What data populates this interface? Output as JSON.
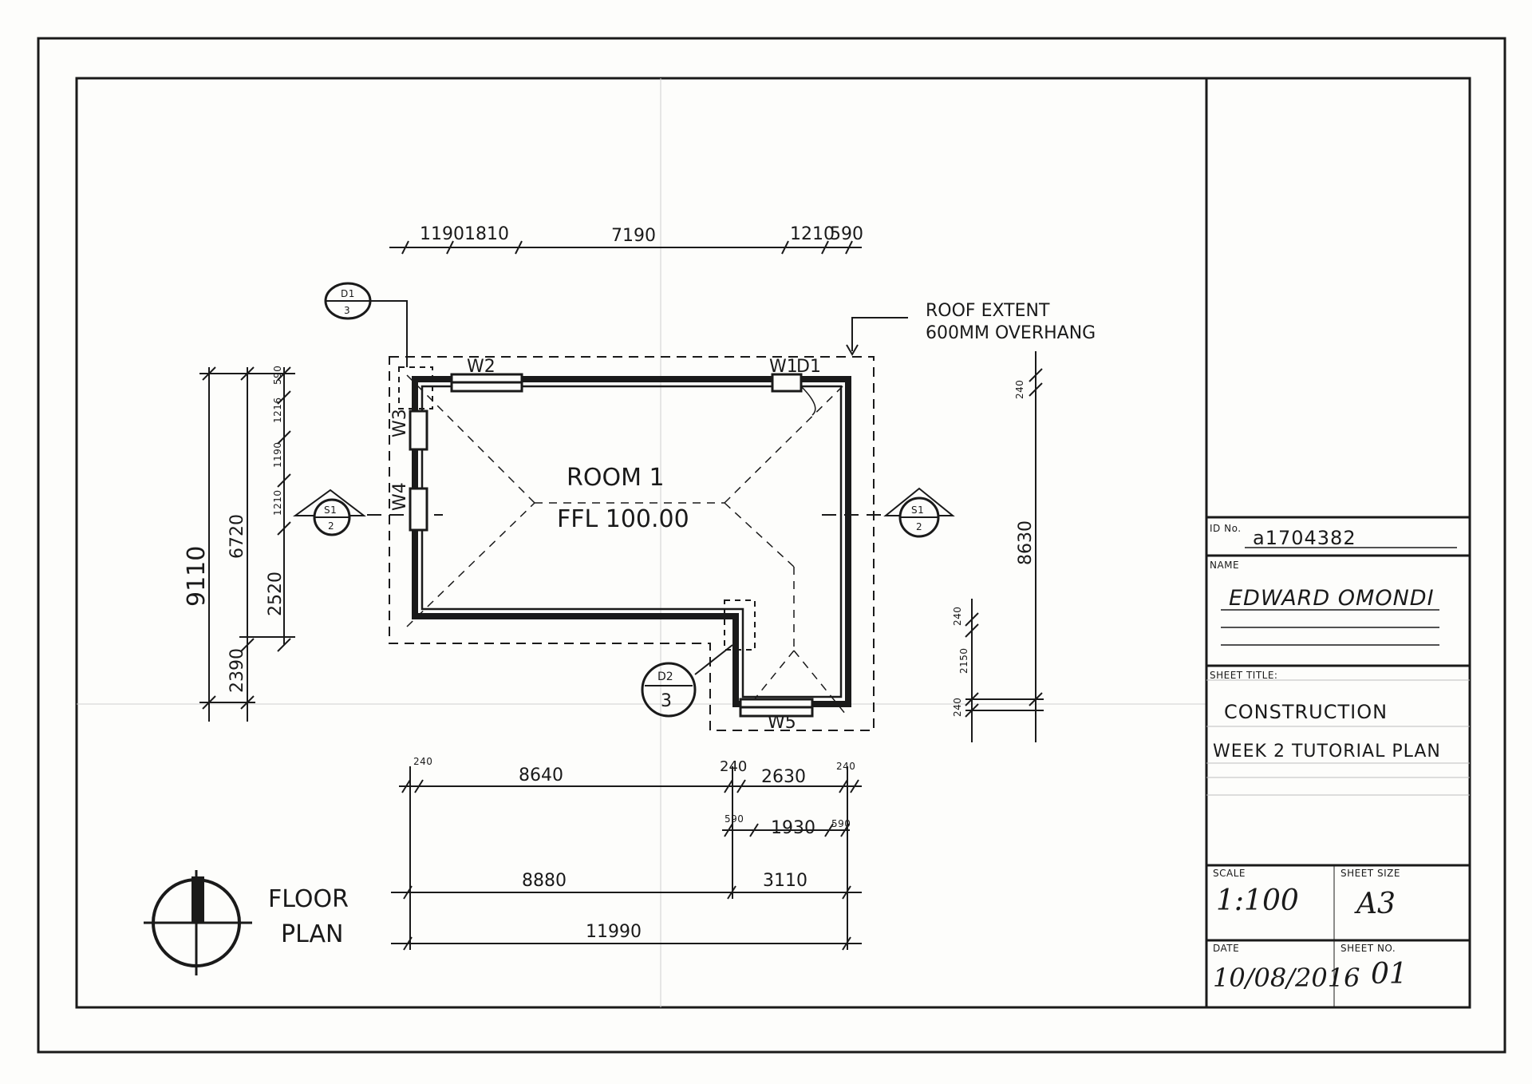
{
  "plan": {
    "room_name": "ROOM 1",
    "ffl": "FFL 100.00",
    "roof_note_line1": "ROOF EXTENT",
    "roof_note_line2": "600MM OVERHANG",
    "windows": {
      "w1": "W1",
      "d1": "D1",
      "w2": "W2",
      "w3": "W3",
      "w4": "W4",
      "w5": "W5"
    },
    "tags": {
      "d1": {
        "top": "D1",
        "bottom": "3"
      },
      "d2": {
        "top": "D2",
        "bottom": "3"
      },
      "s1_left": {
        "top": "S1",
        "bottom": "2"
      },
      "s1_right": {
        "top": "S1",
        "bottom": "2"
      }
    }
  },
  "dimensions": {
    "top": [
      "1190",
      "1810",
      "7190",
      "1210",
      "590"
    ],
    "left_outer": "9110",
    "left_mid_upper": "6720",
    "left_mid_lower": "2390",
    "left_inner": [
      "590",
      "1216",
      "1190",
      "1210",
      "2520"
    ],
    "right_main": "8630",
    "right_top": "240",
    "right_small": [
      "240",
      "2150",
      "240"
    ],
    "bottom_row1": [
      "240",
      "8640",
      "240",
      "2630",
      "240"
    ],
    "bottom_row2": [
      "590",
      "1930",
      "590"
    ],
    "bottom_row3": [
      "8880",
      "3110"
    ],
    "bottom_total": "11990"
  },
  "legend": {
    "line1": "FLOOR",
    "line2": "PLAN"
  },
  "title_block": {
    "id_label": "ID No.",
    "id_value": "a1704382",
    "name_label": "NAME",
    "name_value": "EDWARD OMONDI",
    "sheet_title_label": "SHEET TITLE:",
    "sheet_title_line1": "CONSTRUCTION",
    "sheet_title_line2": "WEEK 2 TUTORIAL PLAN",
    "scale_label": "SCALE",
    "scale_value": "1:100",
    "sheet_size_label": "SHEET SIZE",
    "sheet_size_value": "A3",
    "date_label": "DATE",
    "date_value": "10/08/2016",
    "sheet_no_label": "SHEET NO.",
    "sheet_no_value": "01"
  }
}
